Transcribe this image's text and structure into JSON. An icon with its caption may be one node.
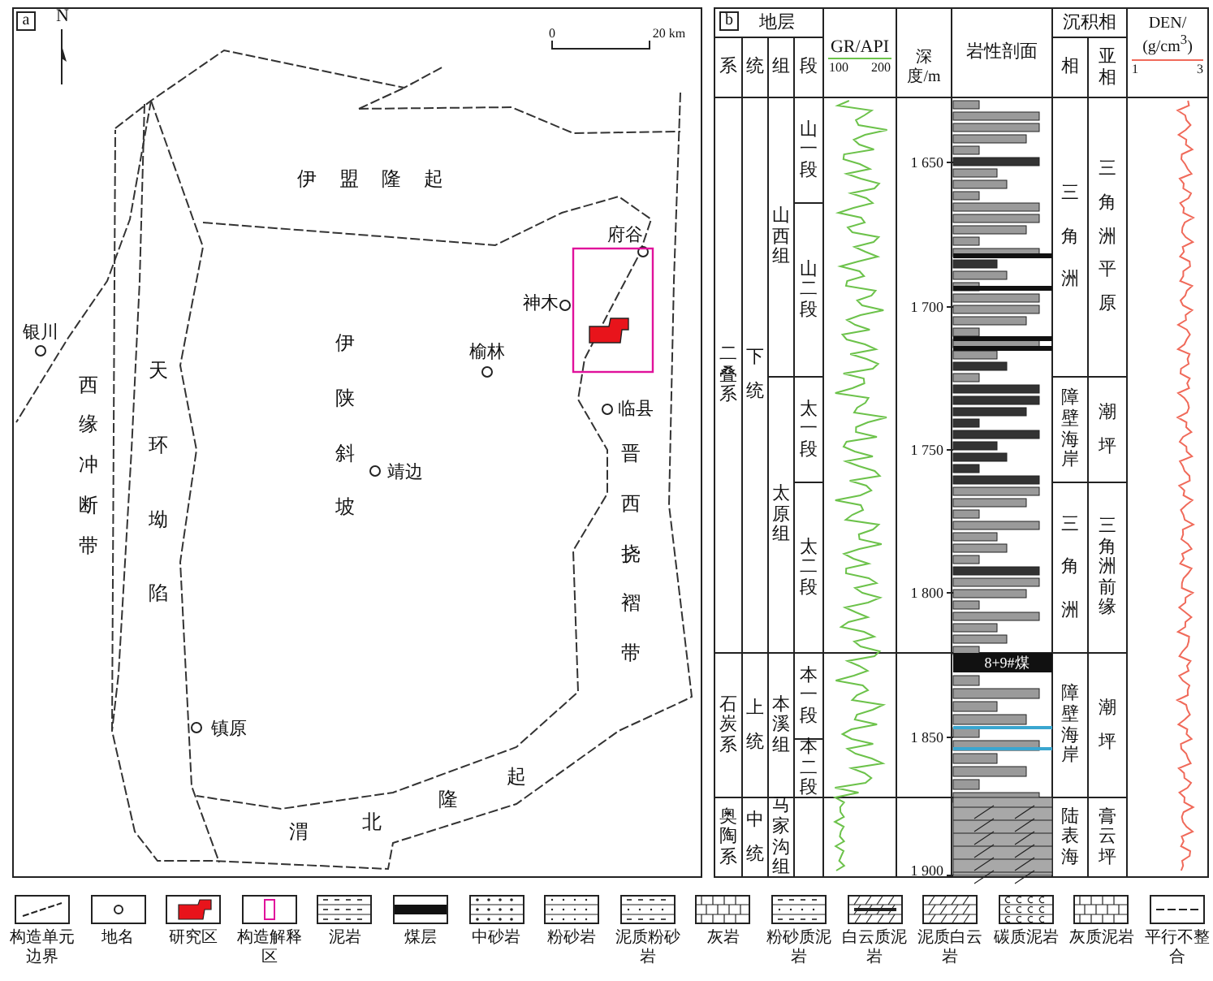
{
  "diagram": {
    "labels": [
      "a",
      "N",
      "0",
      "20 km",
      "伊盟隆起",
      "府谷",
      "神木",
      "银川",
      "西缘冲断带",
      "天环坳陷",
      "伊陕斜坡",
      "榆林",
      "临县",
      "晋西挠褶带",
      "靖边",
      "镇原",
      "渭北隆起",
      "b",
      "地层",
      "系",
      "统",
      "组",
      "段",
      "GR/API",
      "100",
      "200",
      "深度/m",
      "岩性剖面",
      "沉积相",
      "相",
      "亚相",
      "DEN/(g/cm$^{3}$)",
      "1",
      "3",
      "二叠系",
      "石炭系",
      "奥陶系",
      "下统",
      "上统",
      "中统",
      "山西组",
      "太原组",
      "本溪组",
      "马家沟组",
      "山一段",
      "山二段",
      "太一段",
      "太二段",
      "本一段",
      "本二段",
      "1 650",
      "1 700",
      "1 750",
      "1 800",
      "1 850",
      "1 900",
      "8+9#煤",
      "三角洲",
      "障壁海岸",
      "三角洲",
      "障壁海岸",
      "陆表海",
      "三角洲平原",
      "潮坪",
      "三角洲前缘",
      "潮坪",
      "膏云坪"
    ],
    "legend": [
      {
        "text": "构造单元边界"
      },
      {
        "text": "地名"
      },
      {
        "text": "研究区"
      },
      {
        "text": "构造解释区"
      },
      {
        "text": "泥岩"
      },
      {
        "text": "煤层"
      },
      {
        "text": "中砂岩"
      },
      {
        "text": "粉砂岩"
      },
      {
        "text": "泥质粉砂岩"
      },
      {
        "text": "灰岩"
      },
      {
        "text": "粉砂质泥岩"
      },
      {
        "text": "白云质泥岩"
      },
      {
        "text": "泥质白云岩"
      },
      {
        "text": "碳质泥岩"
      },
      {
        "text": "灰质泥岩"
      },
      {
        "text": "平行不整合"
      }
    ]
  }
}
